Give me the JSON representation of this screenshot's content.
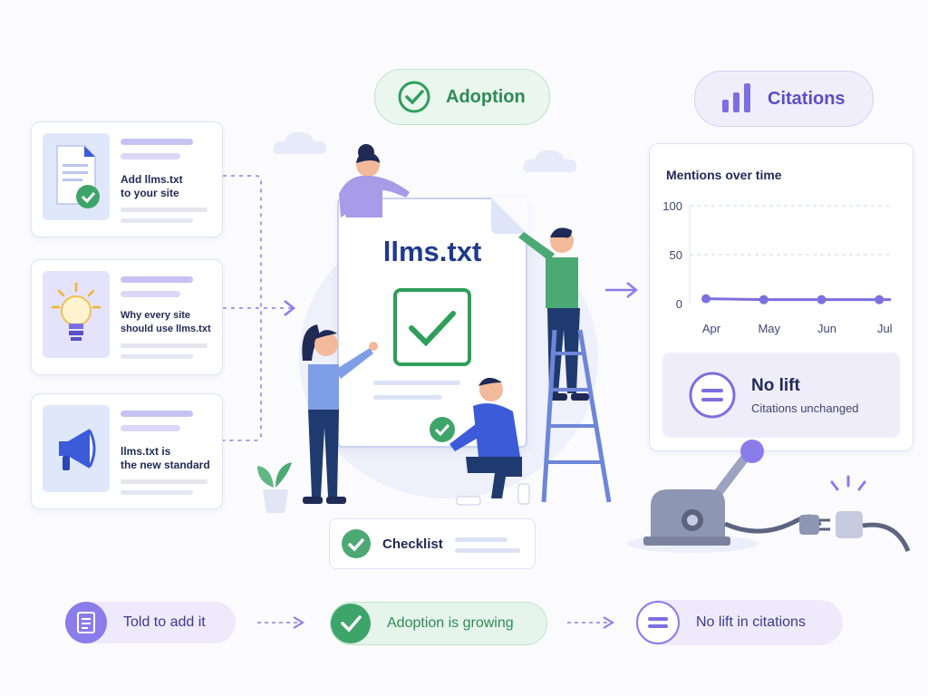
{
  "left_cards": [
    {
      "label": "Add llms.txt\nto your site",
      "icon": "document-check-icon"
    },
    {
      "label": "Why every site\nshould use llms.txt",
      "icon": "lightbulb-icon"
    },
    {
      "label": "llms.txt is\nthe new standard",
      "icon": "megaphone-icon"
    }
  ],
  "center": {
    "adoption_label": "Adoption",
    "doc_title": "llms.txt",
    "checklist_label": "Checklist"
  },
  "citations": {
    "header_label": "Citations",
    "chart_title": "Mentions over time",
    "result_title": "No lift",
    "result_subtitle": "Citations unchanged"
  },
  "chart_data": {
    "type": "line",
    "title": "Mentions over time",
    "categories": [
      "Apr",
      "May",
      "Jun",
      "Jul"
    ],
    "values": [
      5,
      4,
      4,
      4
    ],
    "ylim": [
      0,
      100
    ],
    "yticks": [
      0,
      50,
      100
    ],
    "grid": true
  },
  "flow": {
    "step1": "Told to add it",
    "step2": "Adoption is growing",
    "step3": "No lift in citations"
  },
  "colors": {
    "accent_purple": "#7c6fe0",
    "accent_green": "#2f9e5b",
    "navy": "#1f2a55",
    "light_purple": "#eeeafb",
    "light_green": "#e8f6ee"
  }
}
